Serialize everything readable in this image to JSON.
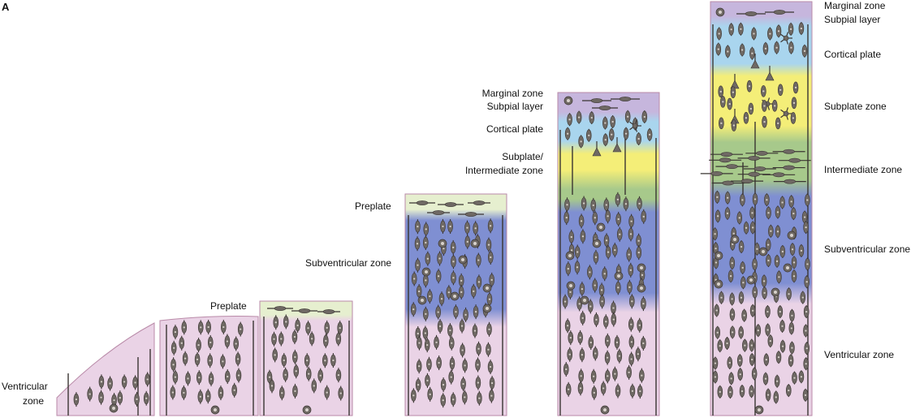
{
  "figure": {
    "panel_letter": "A",
    "colors": {
      "ventricular": "#ead3e6",
      "subventricular": "#7f8fd2",
      "preplate": "#e6efcf",
      "marginal": "#c6b6dd",
      "cortical_plate": "#a9d5ee",
      "subplate": "#f4ee78",
      "intermediate": "#a7c98b",
      "cell": "#6f6964",
      "cell_outline": "#3a3532"
    },
    "stages": [
      {
        "id": "stage-1",
        "labels": [
          {
            "id": "ventricular-zone",
            "lines": [
              "Ventricular",
              "zone"
            ]
          }
        ]
      },
      {
        "id": "stage-2",
        "labels": [
          {
            "id": "preplate",
            "lines": [
              "Preplate"
            ]
          }
        ]
      },
      {
        "id": "stage-3",
        "labels": [
          {
            "id": "preplate",
            "lines": [
              "Preplate"
            ]
          },
          {
            "id": "subventricular-zone",
            "lines": [
              "Subventricular zone"
            ]
          }
        ]
      },
      {
        "id": "stage-4",
        "labels": [
          {
            "id": "marginal-zone",
            "lines": [
              "Marginal zone",
              "Subpial layer"
            ]
          },
          {
            "id": "cortical-plate",
            "lines": [
              "Cortical plate"
            ]
          },
          {
            "id": "subplate-intermediate-zone",
            "lines": [
              "Subplate/",
              "Intermediate zone"
            ]
          }
        ]
      },
      {
        "id": "stage-5",
        "labels": [
          {
            "id": "marginal-zone",
            "lines": [
              "Marginal zone",
              "Subpial layer"
            ]
          },
          {
            "id": "cortical-plate",
            "lines": [
              "Cortical plate"
            ]
          },
          {
            "id": "subplate-zone",
            "lines": [
              "Subplate zone"
            ]
          },
          {
            "id": "intermediate-zone",
            "lines": [
              "Intermediate zone"
            ]
          },
          {
            "id": "subventricular-zone",
            "lines": [
              "Subventricular zone"
            ]
          },
          {
            "id": "ventricular-zone",
            "lines": [
              "Ventricular zone"
            ]
          }
        ]
      }
    ]
  }
}
